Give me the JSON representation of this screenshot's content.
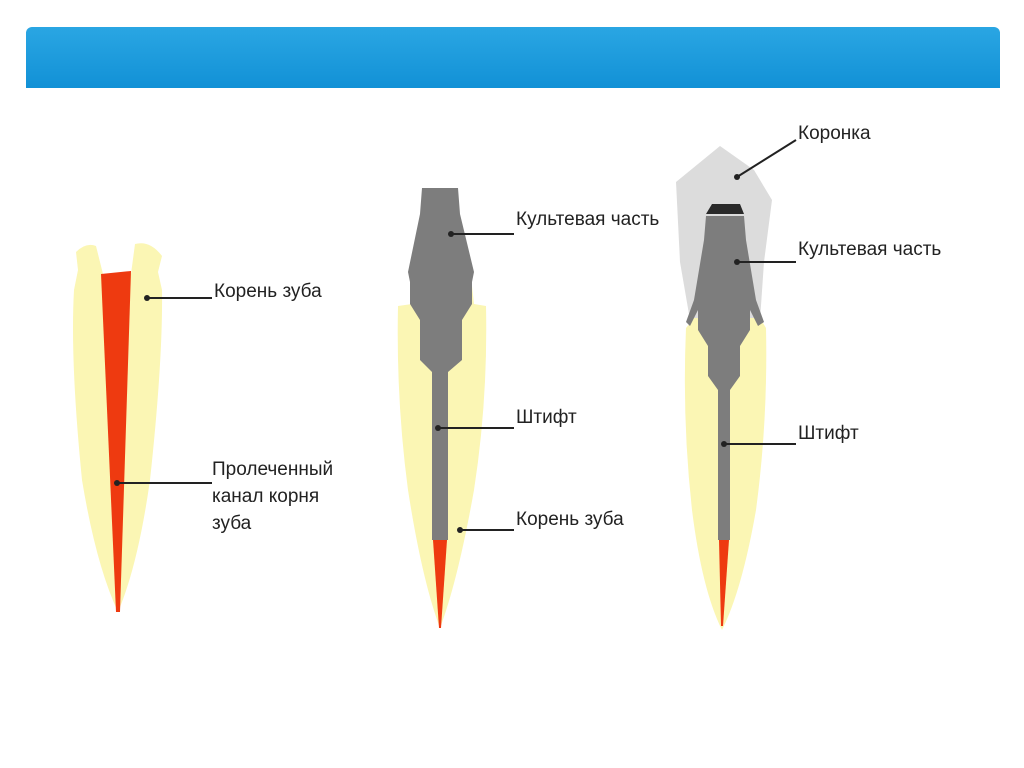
{
  "colors": {
    "header_bar": "#1a9ad9",
    "root": "#fbf6b4",
    "canal": "#ee3a10",
    "post": "#7d7d7d",
    "crown": "#dcdcdc",
    "leader": "#222222"
  },
  "figures": [
    {
      "labels": {
        "root": "Корень зуба",
        "canal": "Пролеченный\nканал корня\nзуба"
      }
    },
    {
      "labels": {
        "core": "Культевая часть",
        "post": "Штифт",
        "root": "Корень зуба"
      }
    },
    {
      "labels": {
        "crown": "Коронка",
        "core": "Культевая часть",
        "post": "Штифт"
      }
    }
  ]
}
